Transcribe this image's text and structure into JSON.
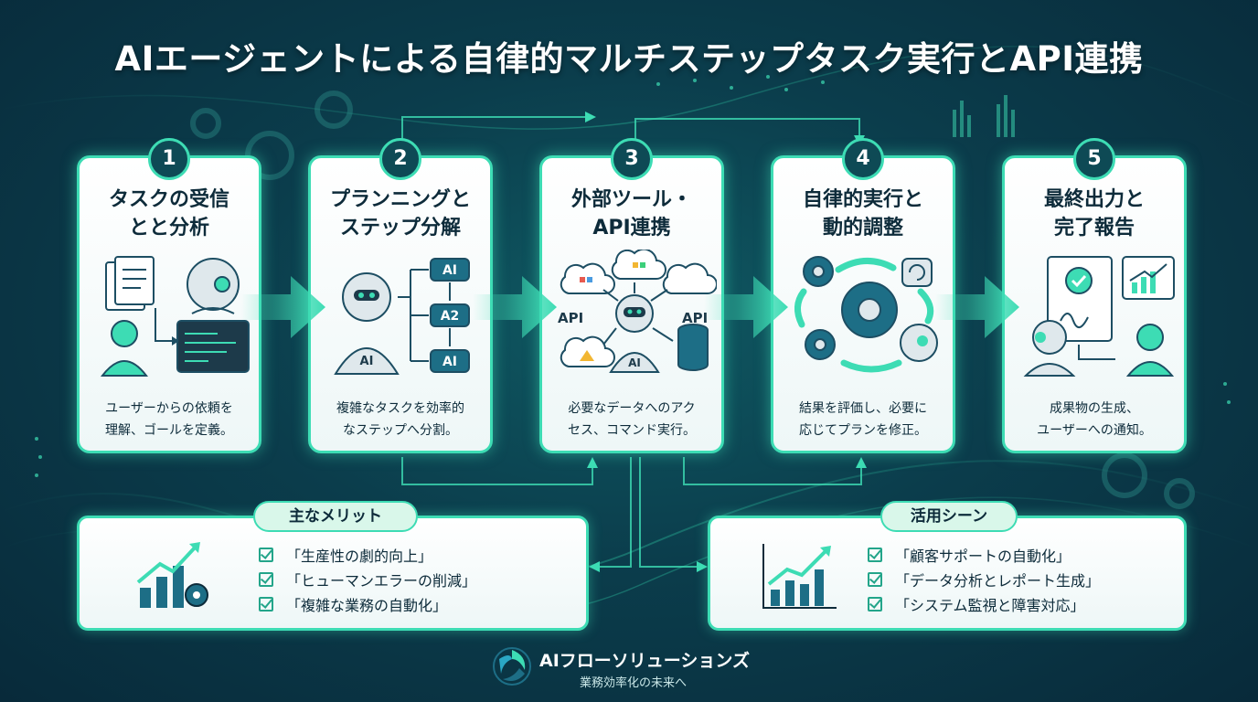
{
  "title": "AIエージェントによる自律的マルチステップタスク実行とAPI連携",
  "steps": [
    {
      "num": "1",
      "title_line1": "タスクの受信",
      "title_line2": "とと分析",
      "desc_line1": "ユーザーからの依頼を",
      "desc_line2": "理解、ゴールを定義。"
    },
    {
      "num": "2",
      "title_line1": "プランニングと",
      "title_line2": "ステップ分解",
      "desc_line1": "複雑なタスクを効率的",
      "desc_line2": "なステップへ分割。",
      "chips": [
        "AI",
        "A2",
        "AI"
      ],
      "robot_label": "AI"
    },
    {
      "num": "3",
      "title_line1": "外部ツール・",
      "title_line2": "API連携",
      "desc_line1": "必要なデータへのアク",
      "desc_line2": "セス、コマンド実行。",
      "api_left": "API",
      "api_right": "API",
      "robot_label": "AI"
    },
    {
      "num": "4",
      "title_line1": "自律的実行と",
      "title_line2": "動的調整",
      "desc_line1": "結果を評価し、必要に",
      "desc_line2": "応じてプランを修正。"
    },
    {
      "num": "5",
      "title_line1": "最終出力と",
      "title_line2": "完了報告",
      "desc_line1": "成果物の生成、",
      "desc_line2": "ユーザーへの通知。"
    }
  ],
  "merits": {
    "tag": "主なメリット",
    "items": [
      "「生産性の劇的向上」",
      "「ヒューマンエラーの削減」",
      "「複雑な業務の自動化」"
    ]
  },
  "scenes": {
    "tag": "活用シーン",
    "items": [
      "「顧客サポートの自動化」",
      "「データ分析とレポート生成」",
      "「システム監視と障害対応」"
    ]
  },
  "brand": {
    "name": "AIフローソリューションズ",
    "tagline": "業務効率化の未来へ"
  },
  "colors": {
    "accent": "#3ddcb4",
    "dark": "#0d2b3a",
    "bg": "#0b3d4c"
  }
}
